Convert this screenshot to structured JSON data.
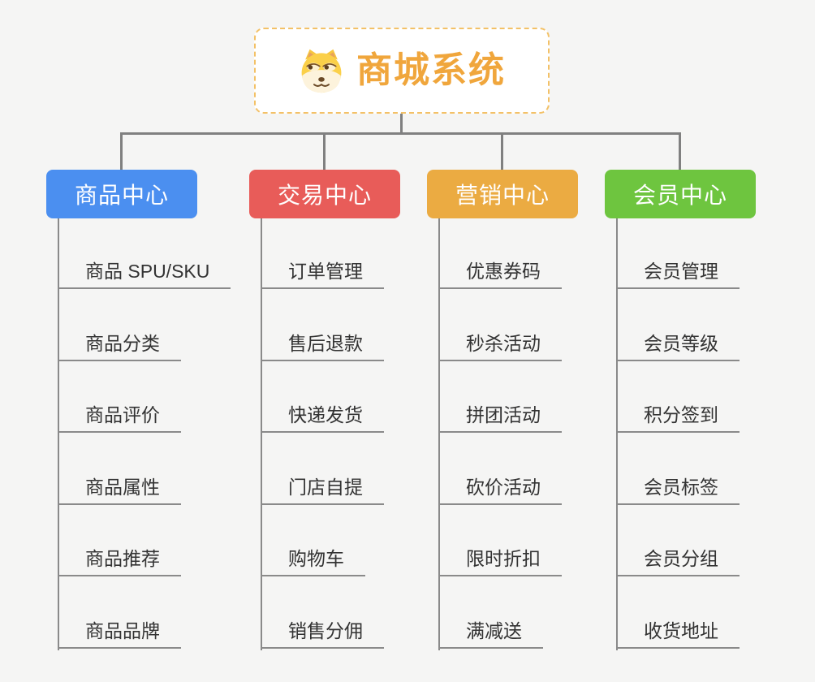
{
  "root": {
    "title": "商城系统",
    "icon": "doge-icon",
    "accent_color": "#F0A63C",
    "border_color": "#F3C167"
  },
  "connector_color": "#808080",
  "branches": [
    {
      "label": "商品中心",
      "color": "#4B8FF0",
      "items": [
        "商品 SPU/SKU",
        "商品分类",
        "商品评价",
        "商品属性",
        "商品推荐",
        "商品品牌"
      ]
    },
    {
      "label": "交易中心",
      "color": "#E85C59",
      "items": [
        "订单管理",
        "售后退款",
        "快递发货",
        "门店自提",
        "购物车",
        "销售分佣"
      ]
    },
    {
      "label": "营销中心",
      "color": "#EBAB42",
      "items": [
        "优惠券码",
        "秒杀活动",
        "拼团活动",
        "砍价活动",
        "限时折扣",
        "满减送"
      ]
    },
    {
      "label": "会员中心",
      "color": "#6EC53F",
      "items": [
        "会员管理",
        "会员等级",
        "积分签到",
        "会员标签",
        "会员分组",
        "收货地址"
      ]
    }
  ]
}
